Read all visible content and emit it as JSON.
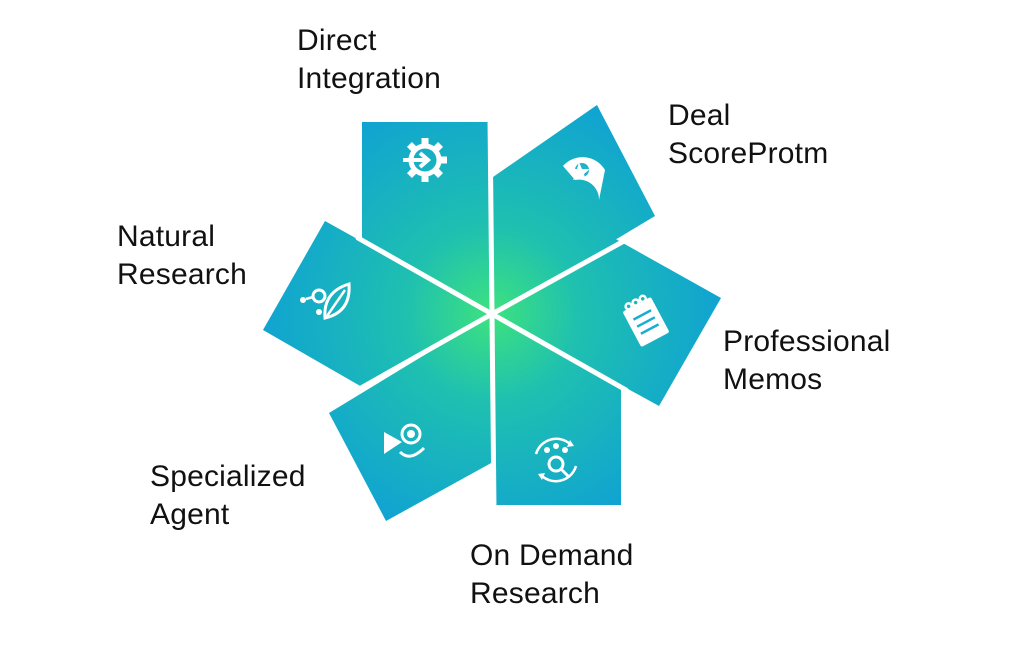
{
  "segments": [
    {
      "id": "direct",
      "line1": "Direct",
      "line2": "Integration",
      "icon": "gear-arrow-icon"
    },
    {
      "id": "deal",
      "line1": "Deal",
      "line2": "ScoreProtm",
      "icon": "gauge-star-icon"
    },
    {
      "id": "memos",
      "line1": "Professional",
      "line2": "Memos",
      "icon": "notepad-icon"
    },
    {
      "id": "ondemand",
      "line1": "On Demand",
      "line2": "Research",
      "icon": "people-search-cycle-icon"
    },
    {
      "id": "agent",
      "line1": "Specialized",
      "line2": "Agent",
      "icon": "headset-agent-icon"
    },
    {
      "id": "natural",
      "line1": "Natural",
      "line2": "Research",
      "icon": "leaf-molecule-icon"
    }
  ],
  "colors": {
    "center": "#3de27e",
    "edge": "#12a3d4",
    "icon": "#ffffff",
    "text": "#111111",
    "divider": "#ffffff"
  }
}
